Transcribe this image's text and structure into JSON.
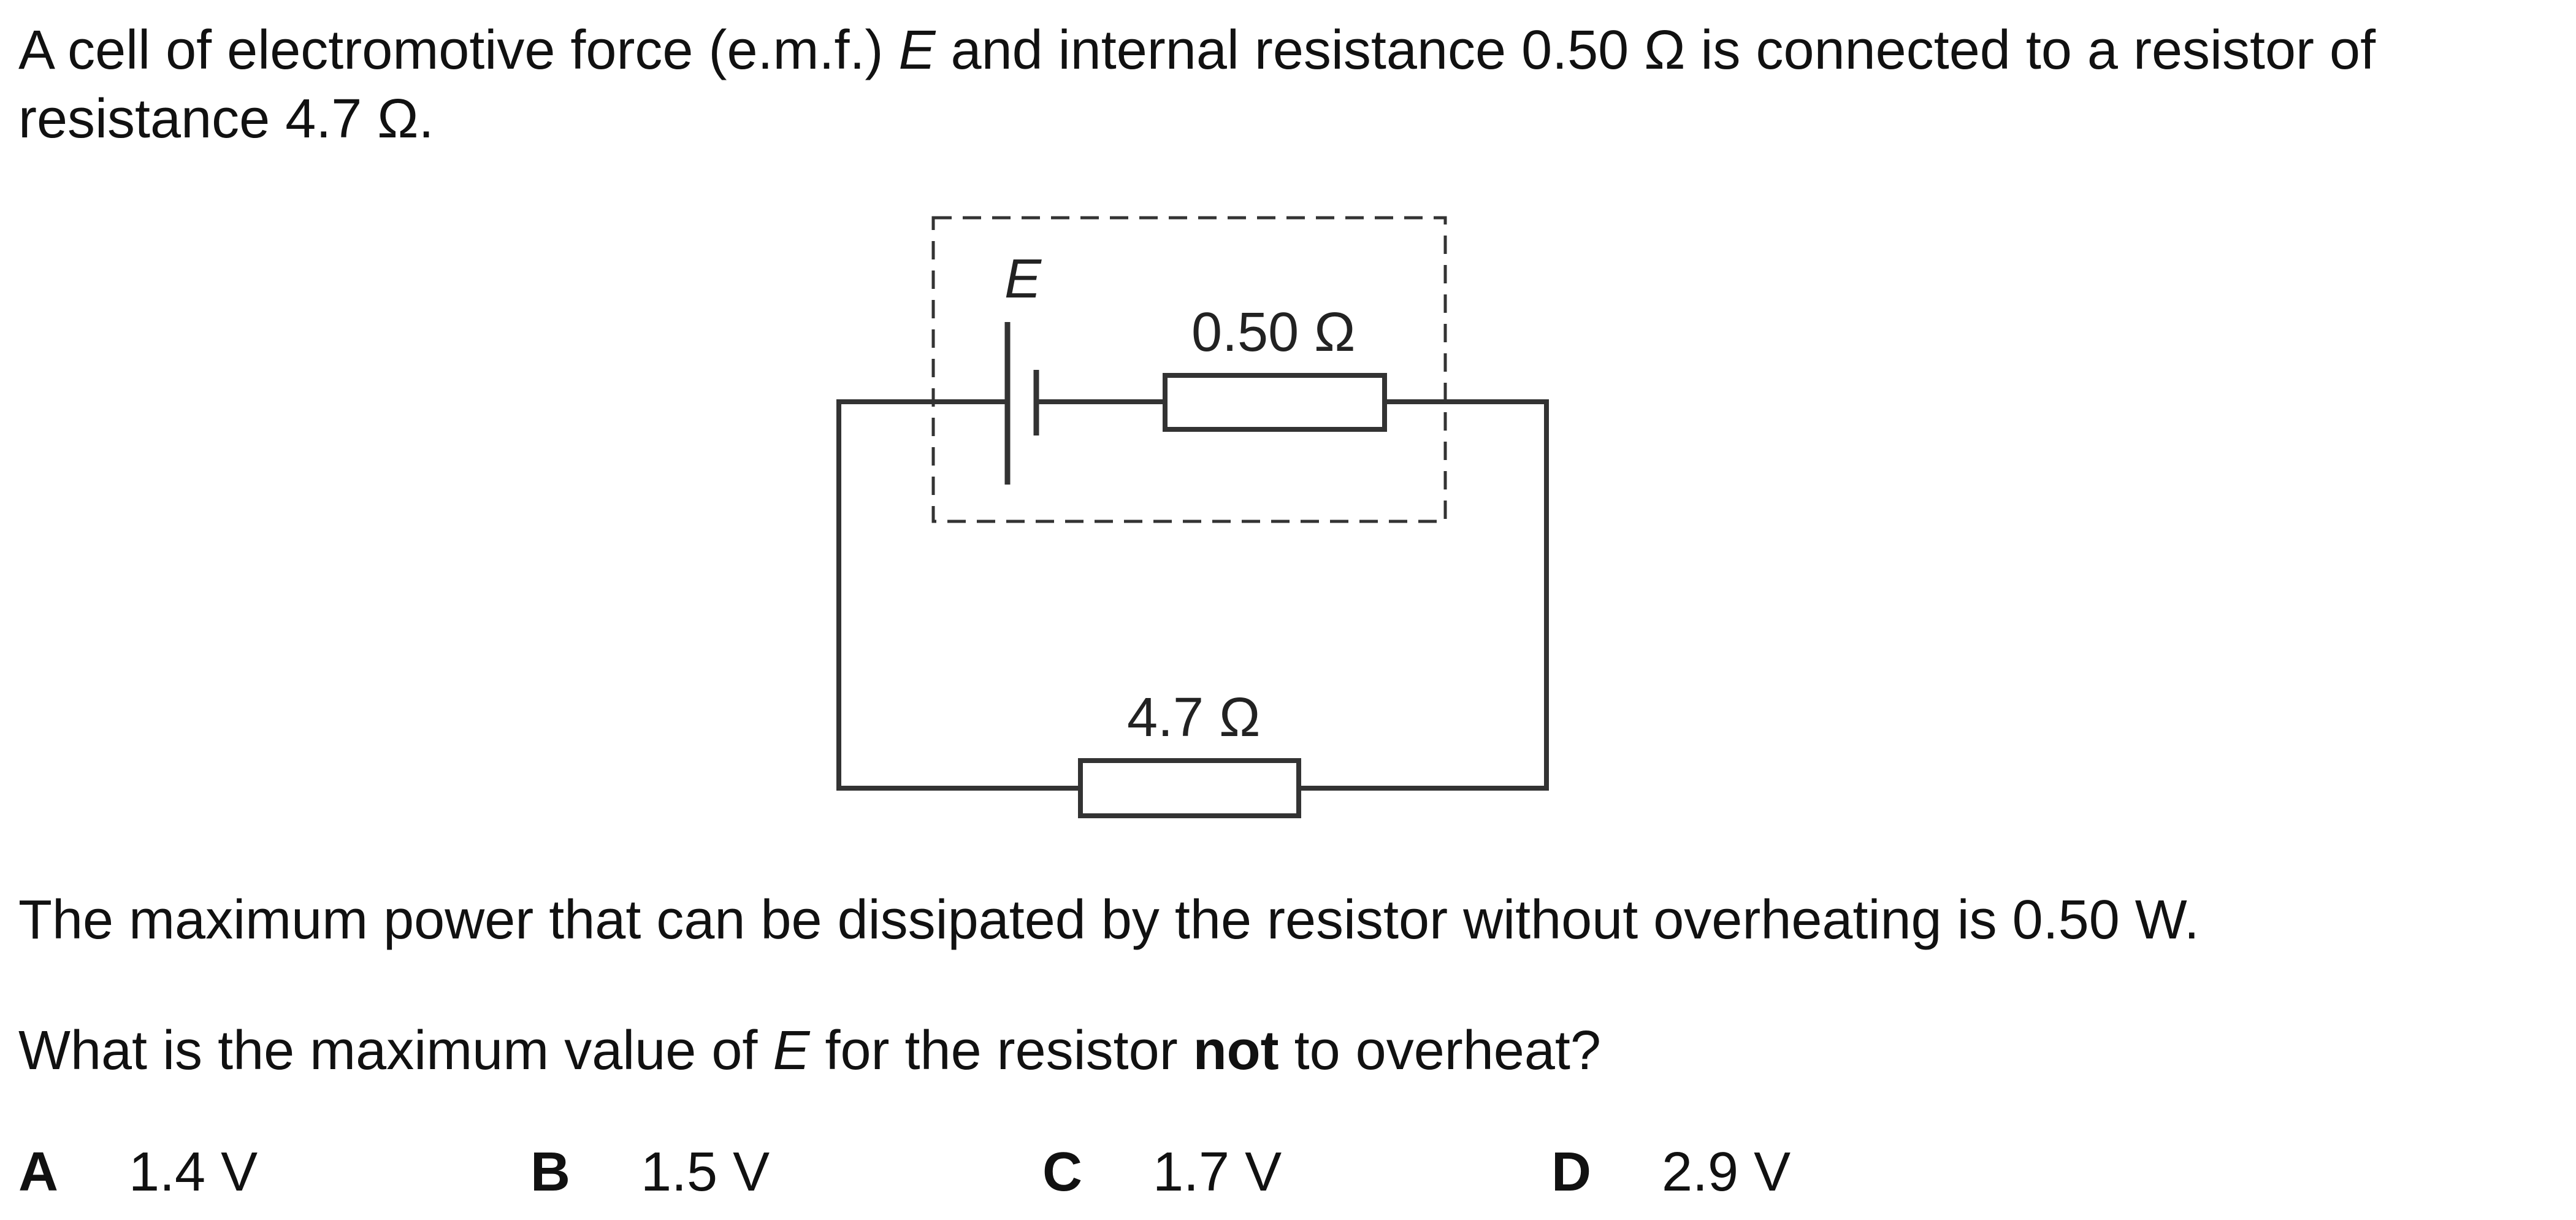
{
  "question": {
    "stem_part1": "A cell of electromotive force (e.m.f.) ",
    "stem_E": "E",
    "stem_part2": " and internal resistance 0.50 Ω is connected to a resistor of resistance 4.7 Ω.",
    "line3": "The maximum power that can be dissipated by the resistor without overheating is 0.50 W.",
    "line4_part1": "What is the maximum value of ",
    "line4_E": "E",
    "line4_part2": " for the resistor ",
    "line4_bold": "not",
    "line4_part3": " to overheat?"
  },
  "diagram": {
    "emf_label": "E",
    "internal_resistance_label": "0.50 Ω",
    "external_resistance_label": "4.7 Ω"
  },
  "options": [
    {
      "letter": "A",
      "value": "1.4 V"
    },
    {
      "letter": "B",
      "value": "1.5 V"
    },
    {
      "letter": "C",
      "value": "1.7 V"
    },
    {
      "letter": "D",
      "value": "2.9 V"
    }
  ]
}
